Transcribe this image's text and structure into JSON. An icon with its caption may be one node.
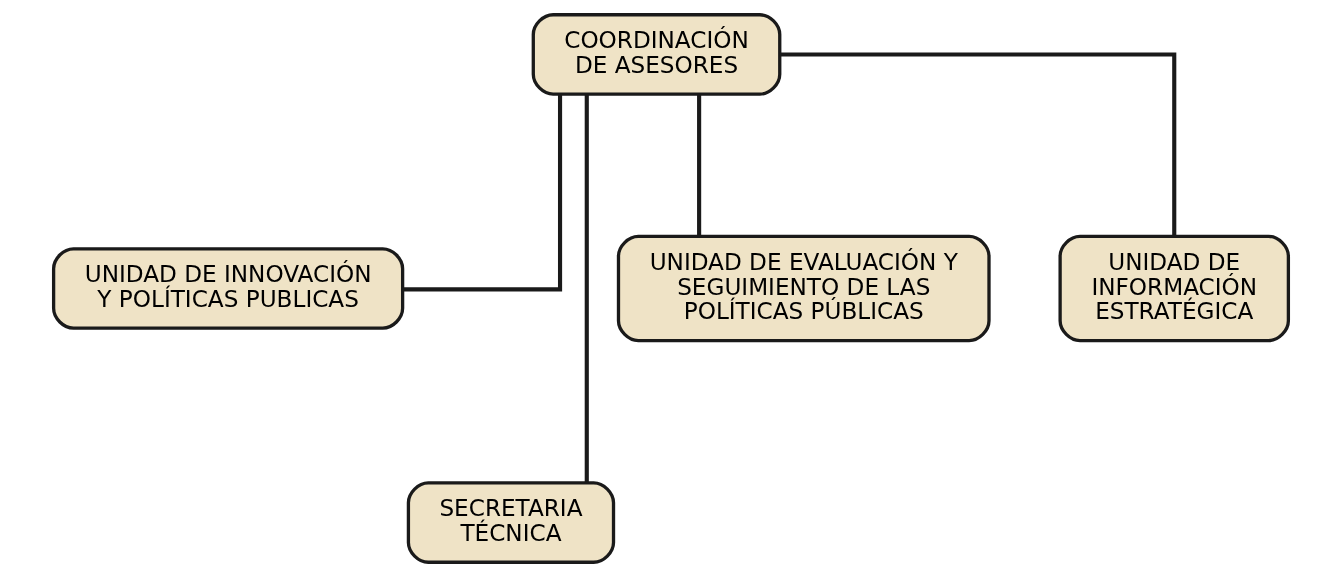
{
  "diagram": {
    "nodes": [
      {
        "text": [
          "COORDINACIÓN DE ASESORES"
        ]
      },
      {
        "text": [
          "UNIDAD DE INNOVACIÓN Y POLÍTICAS PUBLICAS"
        ]
      },
      {
        "text": [
          "SECRETARIA TÉCNICA"
        ]
      },
      {
        "text": [
          "UNIDAD DE EVALUACIÓN Y SEGUIMIENTO DE LAS POLÍTICAS PÚBLICAS"
        ]
      },
      {
        "text": [
          "UNIDAD DE INFORMACIÓN ESTRATÉGICA"
        ]
      }
    ],
    "edges": [
      {
        "from": 0,
        "to": 1,
        "arrow": "none"
      },
      {
        "from": 0,
        "to": 2,
        "arrow": "none"
      },
      {
        "from": 0,
        "to": 3,
        "arrow": "none"
      },
      {
        "from": 0,
        "to": 4,
        "arrow": "none"
      }
    ]
  }
}
